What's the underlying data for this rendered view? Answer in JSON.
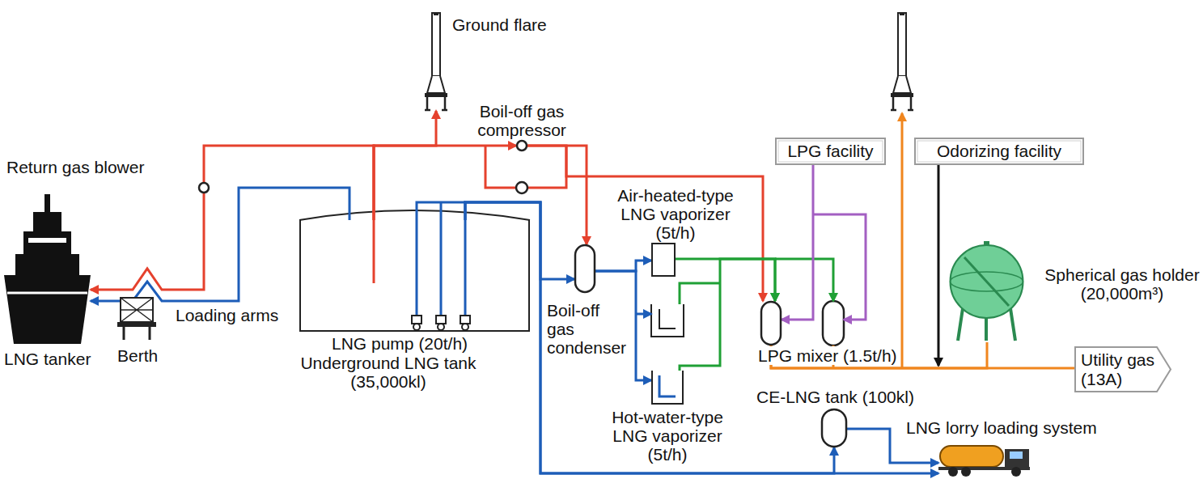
{
  "diagram": {
    "nodes": [
      {
        "text": [
          "LNG tanker"
        ]
      },
      {
        "text": [
          "Berth"
        ]
      },
      {
        "text": [
          "Return gas blower"
        ]
      },
      {
        "text": [
          "Ground flare"
        ]
      },
      {
        "text": [
          "Boil-off gas compressor"
        ]
      },
      {
        "text": [
          "Underground LNG tank (35,000kl)"
        ]
      },
      {
        "text": [
          "Boil-off gas condenser"
        ]
      },
      {
        "text": [
          "Air-heated-type LNG vaporizer (5t/h)"
        ]
      },
      {
        "text": [
          "Hot-water-type LNG vaporizer (5t/h)"
        ]
      },
      {
        "text": [
          "LPG facility"
        ]
      },
      {
        "text": [
          "Odorizing facility"
        ]
      },
      {
        "text": [
          "LPG mixer (1.5t/h)"
        ]
      },
      {
        "text": [
          "Spherical gas holder (20,000m³)"
        ]
      },
      {
        "text": [
          "Utility gas (13A)"
        ]
      },
      {
        "text": [
          "CE-LNG tank (100kl)"
        ]
      },
      {
        "text": [
          "LNG lorry loading system"
        ]
      }
    ],
    "edges": [
      {
        "from": 5,
        "to": 0,
        "arrow": "to"
      },
      {
        "from": 2,
        "to": 0,
        "arrow": "to"
      },
      {
        "from": 5,
        "to": 2,
        "arrow": "none"
      },
      {
        "from": 5,
        "to": 3,
        "arrow": "to"
      },
      {
        "from": 5,
        "to": 4,
        "arrow": "to"
      },
      {
        "from": 4,
        "to": 6,
        "arrow": "to"
      },
      {
        "from": 4,
        "to": 11,
        "arrow": "to"
      },
      {
        "from": 5,
        "to": 6,
        "arrow": "to"
      },
      {
        "from": 6,
        "to": 7,
        "arrow": "to"
      },
      {
        "from": 6,
        "to": 8,
        "arrow": "to"
      },
      {
        "from": 7,
        "to": 11,
        "arrow": "to"
      },
      {
        "from": 8,
        "to": 11,
        "arrow": "to"
      },
      {
        "from": 9,
        "to": 11,
        "arrow": "to"
      },
      {
        "from": 11,
        "to": 12,
        "arrow": "none"
      },
      {
        "from": 11,
        "to": 13,
        "arrow": "none"
      },
      {
        "from": 5,
        "to": 14,
        "arrow": "to"
      },
      {
        "from": 5,
        "to": 15,
        "arrow": "to"
      },
      {
        "from": 14,
        "to": 15,
        "arrow": "to"
      }
    ],
    "labels": [
      "LNG pump (20t/h)",
      "Loading arms"
    ]
  }
}
